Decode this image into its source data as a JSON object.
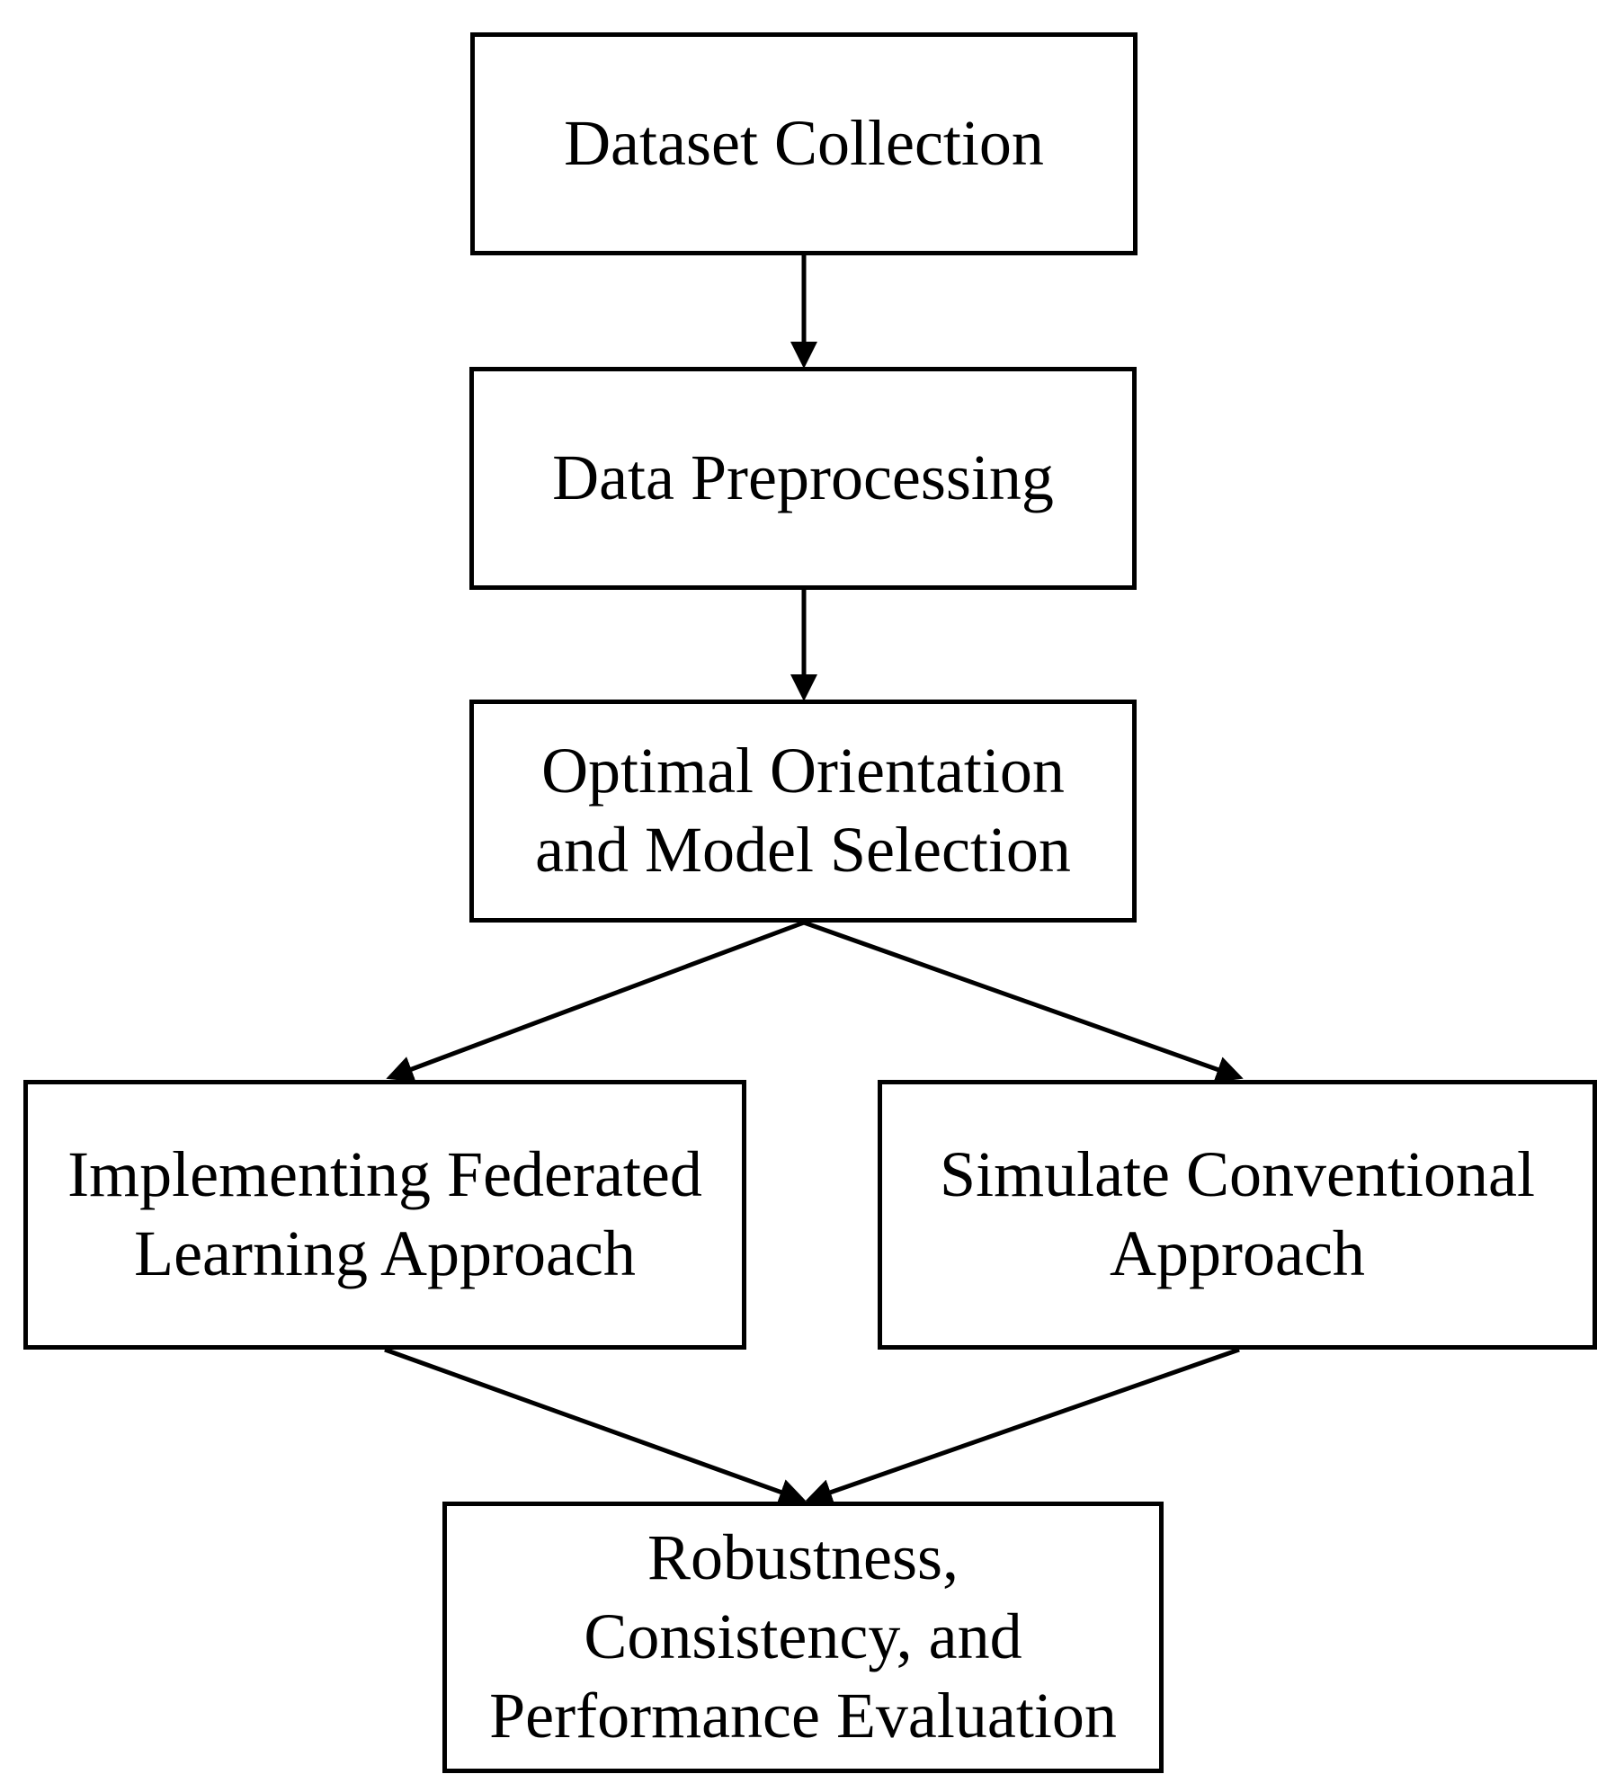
{
  "diagram": {
    "type": "flowchart",
    "nodes": [
      {
        "id": "dataset",
        "label": "Dataset Collection"
      },
      {
        "id": "preprocessing",
        "label": "Data Preprocessing"
      },
      {
        "id": "model",
        "label": "Optimal Orientation\nand Model Selection"
      },
      {
        "id": "federated",
        "label": "Implementing Federated\nLearning Approach"
      },
      {
        "id": "conventional",
        "label": "Simulate Conventional\nApproach"
      },
      {
        "id": "evaluation",
        "label": "Robustness,\nConsistency, and\nPerformance Evaluation"
      }
    ],
    "edges": [
      {
        "from": "dataset",
        "to": "preprocessing"
      },
      {
        "from": "preprocessing",
        "to": "model"
      },
      {
        "from": "model",
        "to": "federated"
      },
      {
        "from": "model",
        "to": "conventional"
      },
      {
        "from": "federated",
        "to": "evaluation"
      },
      {
        "from": "conventional",
        "to": "evaluation"
      }
    ],
    "colors": {
      "line": "#000000",
      "box_fill": "#ffffff",
      "text": "#000000"
    }
  }
}
